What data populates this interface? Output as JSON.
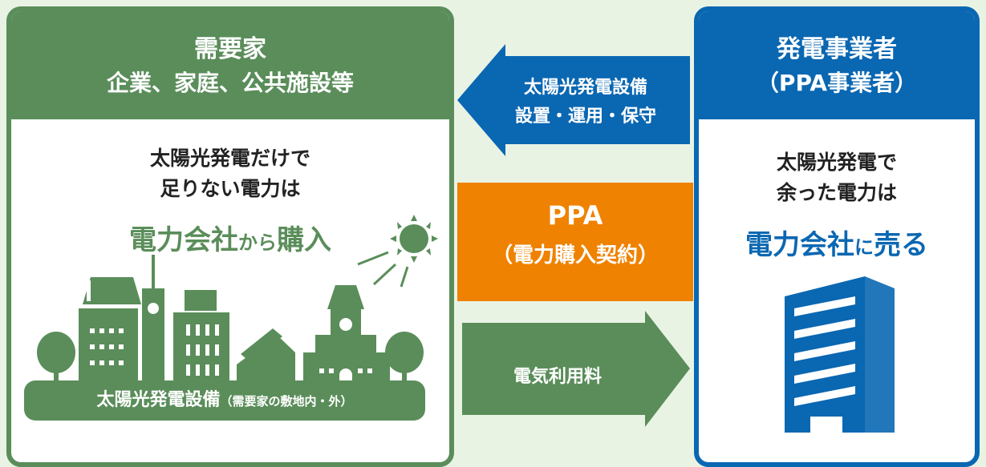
{
  "left": {
    "title": "需要家",
    "subtitle": "企業、家庭、公共施設等",
    "message_line1": "太陽光発電だけで",
    "message_line2": "足りない電力は",
    "highlight_big1": "電力会社",
    "highlight_small": "から",
    "highlight_big2": "購入",
    "base_label_main": "太陽光発電設備",
    "base_label_sub": "（需要家の敷地内・外）"
  },
  "right": {
    "title": "発電事業者",
    "subtitle": "（PPA事業者）",
    "message_line1": "太陽光発電で",
    "message_line2": "余った電力は",
    "highlight_big1": "電力会社",
    "highlight_small": "に",
    "highlight_big2": "売る"
  },
  "arrows": {
    "top_line1": "太陽光発電設備",
    "top_line2": "設置・運用・保守",
    "bottom_label": "電気利用料"
  },
  "ppa": {
    "title": "PPA",
    "subtitle": "（電力購入契約）"
  },
  "colors": {
    "green": "#5a8d5a",
    "blue": "#0a67b2",
    "orange": "#ef8200",
    "background": "#e9f3e4"
  },
  "icons": [
    "sun-icon",
    "solar-panel-icon",
    "building-icon",
    "tree-icon",
    "clock-icon",
    "office-building-icon"
  ]
}
